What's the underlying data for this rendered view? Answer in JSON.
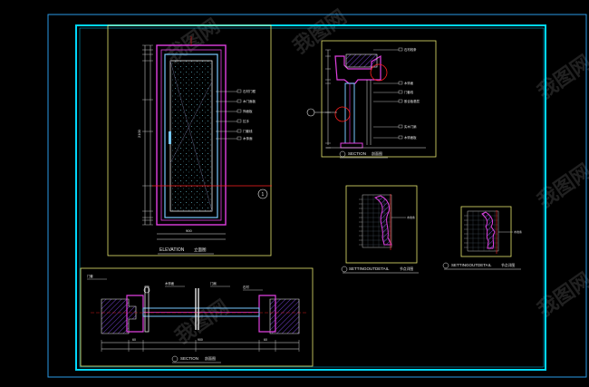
{
  "drawing": {
    "colors": {
      "background": "#000000",
      "outer_frame": "#00d8ff",
      "inner_frame": "#2a9ae6",
      "sheet": "#e6e66e",
      "panel": "#e040e0",
      "leaf": "#78c8ff",
      "dim": "#e8e8e8",
      "leader": "#ff2020",
      "accent": "#ffe000",
      "hatch": "#9050ff",
      "dots": "#60b0c0",
      "watermark": "#4a4a4a"
    },
    "titles": {
      "elevation": "ELEVATION",
      "elevation_sub": "立面图",
      "section_b": "SECTION",
      "section_b_sub": "剖面图",
      "section_tr": "SECTION",
      "section_tr_sub": "剖面图",
      "detail_1": "SETTINGOUTDETAIL",
      "detail_1_sub": "节点详图",
      "detail_2": "SETTINGOUTDETAIL",
      "detail_2_sub": "节点详图"
    },
    "notes": {
      "door_labels": [
        "石材门框",
        "木门面板",
        "饰面板",
        "拉手",
        "门套线",
        "木饰面"
      ],
      "door_height_dim": "2100",
      "door_width_dim": "900",
      "section_tr_labels": [
        "石材线条",
        "木饰面",
        "门套线",
        "胶合板基层",
        "实木门扇",
        "木饰面板"
      ],
      "section_b_labels": [
        "门套",
        "木饰面",
        "门扇",
        "石材"
      ],
      "section_b_dims": [
        "60",
        "900",
        "60"
      ],
      "detail_1_labels": [
        "木线条"
      ],
      "detail_2_labels": [
        "木线条"
      ],
      "section_callout": "1"
    },
    "watermark": {
      "text": "我图网",
      "repeats": 6
    }
  }
}
